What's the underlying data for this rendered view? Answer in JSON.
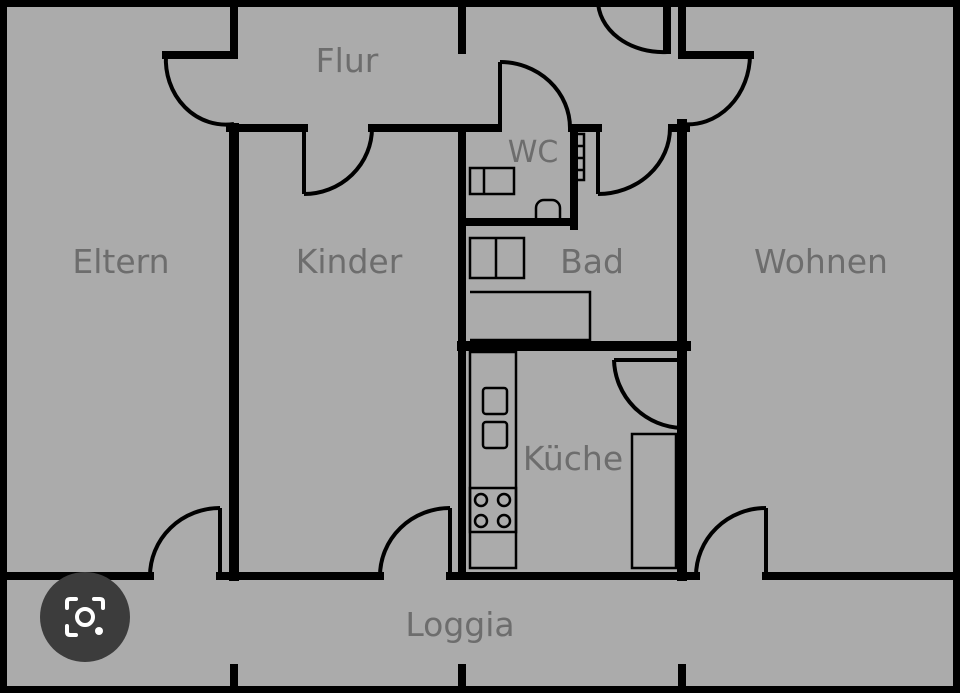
{
  "rooms": {
    "flur": "Flur",
    "wc": "WC",
    "eltern": "Eltern",
    "kinder": "Kinder",
    "bad": "Bad",
    "wohnen": "Wohnen",
    "kueche": "Küche",
    "loggia": "Loggia"
  },
  "overlay": {
    "icon": "google-lens-camera-icon"
  },
  "colors": {
    "background": "#ababab",
    "walls": "#000000",
    "labels": "#6d6d6d"
  }
}
